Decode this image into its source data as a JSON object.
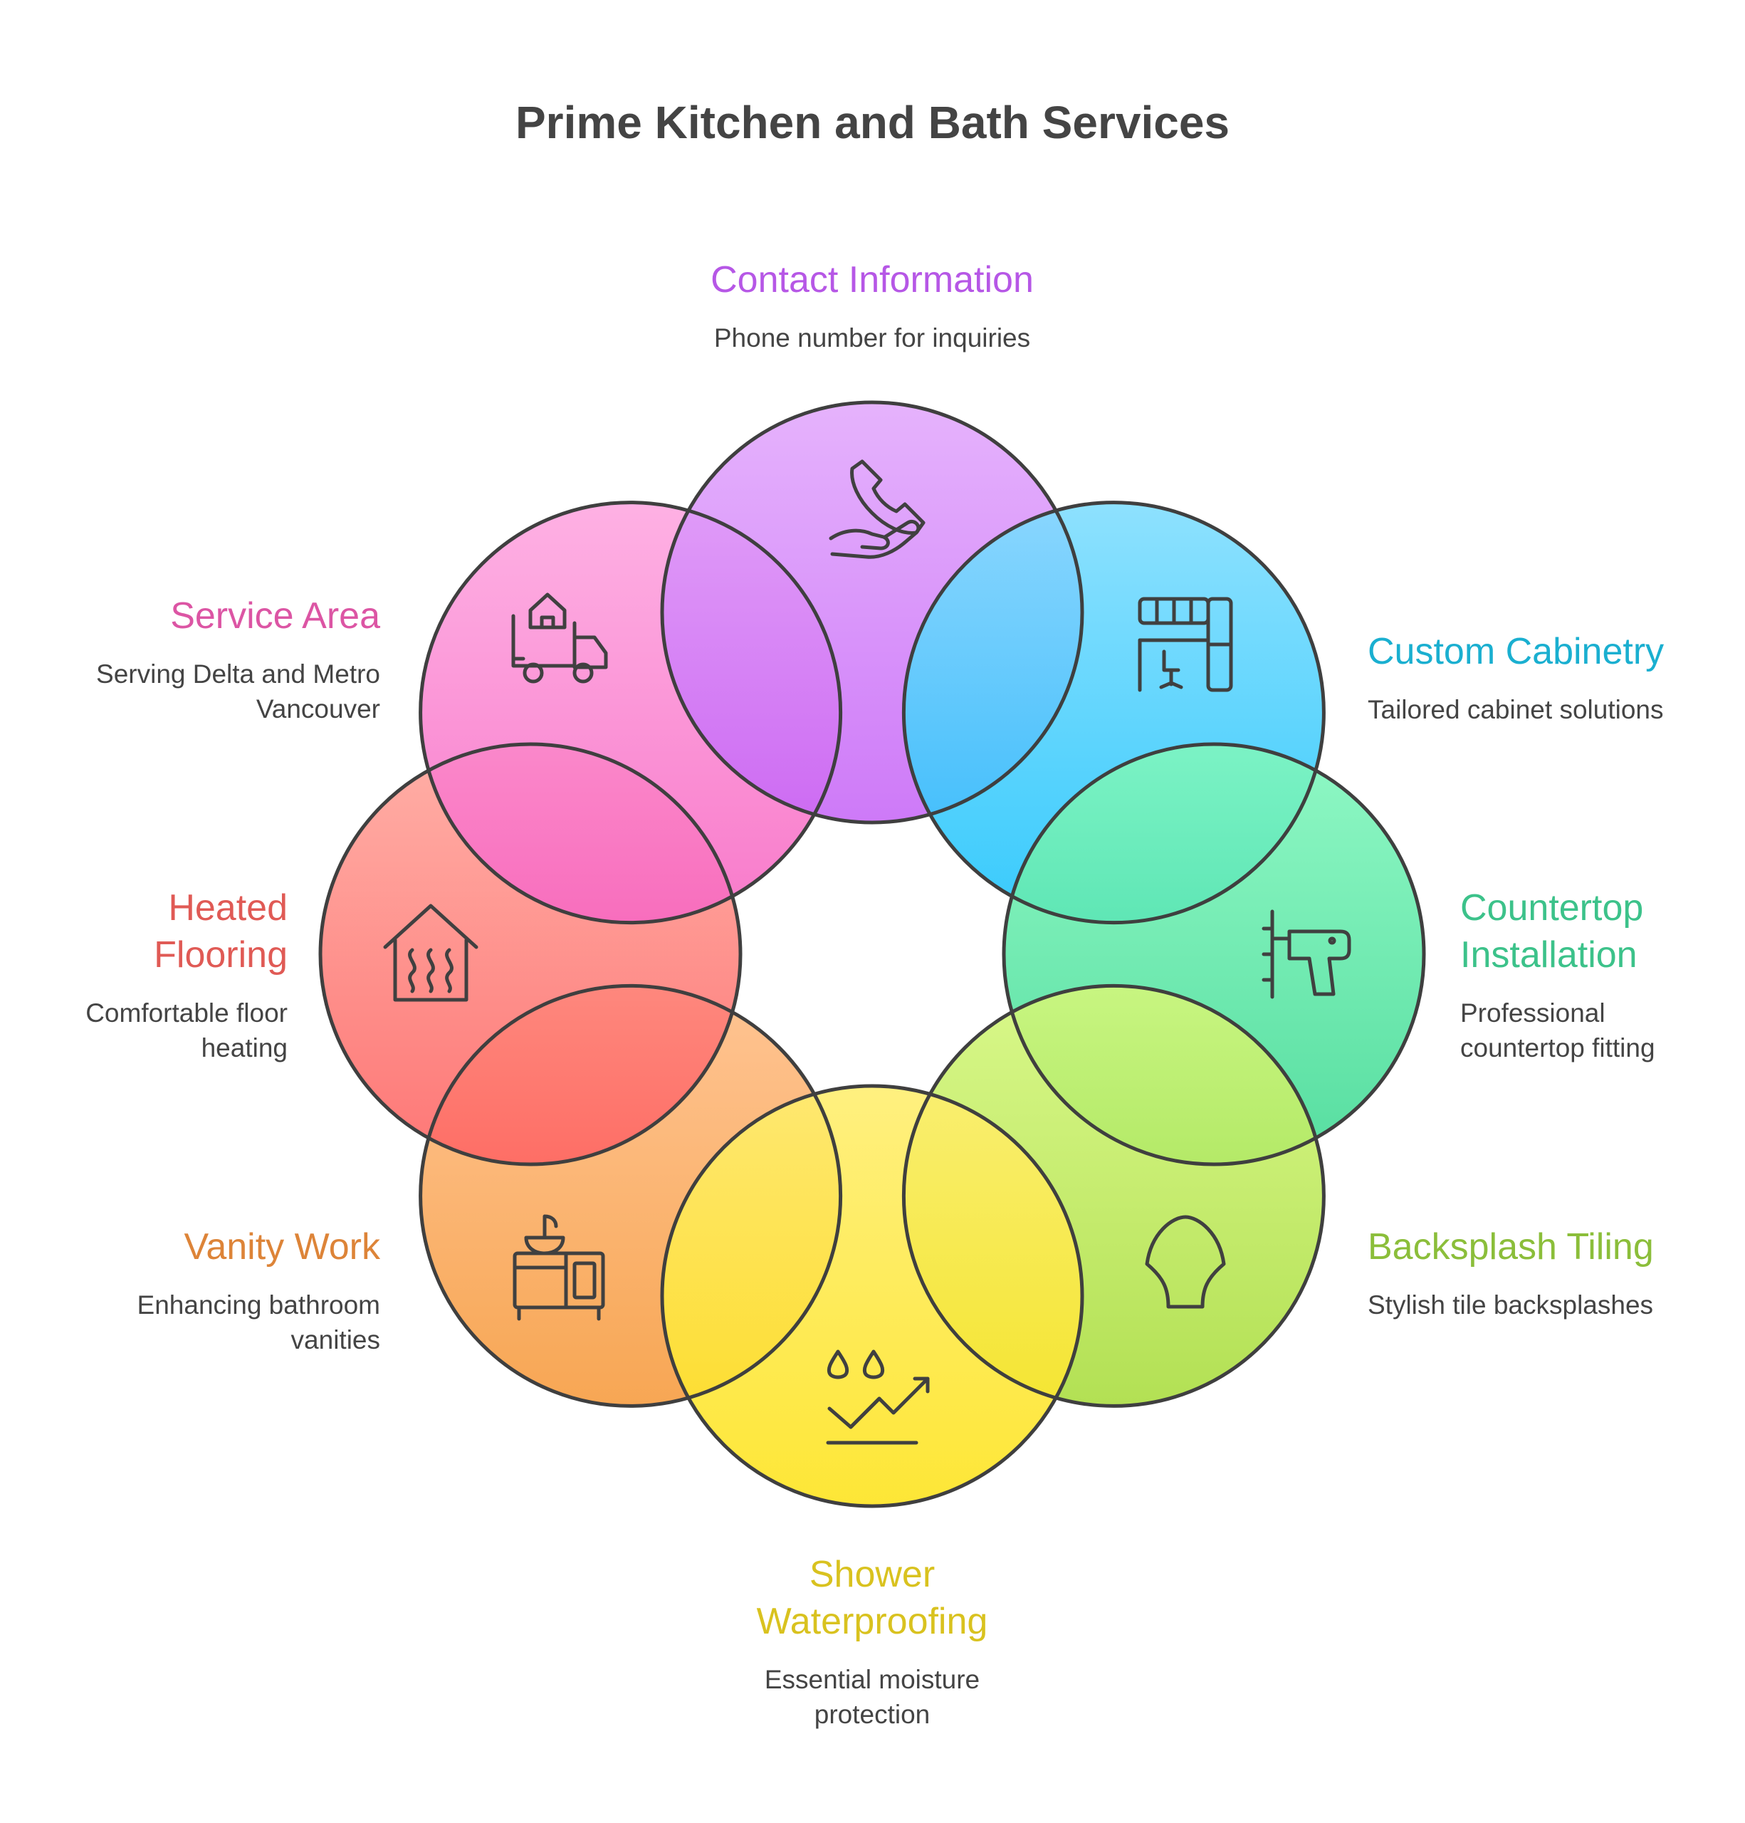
{
  "title": "Prime Kitchen and Bath Services",
  "segments": [
    {
      "id": "contact",
      "title": "Contact Information",
      "description": "Phone number for inquiries",
      "color": "#B657E6",
      "gradient": [
        "#E2A8FC",
        "#C767F7"
      ],
      "icon": "phone-hand-icon"
    },
    {
      "id": "cabinetry",
      "title": "Custom Cabinetry",
      "description": "Tailored cabinet solutions",
      "color": "#1AAFD0",
      "gradient": [
        "#7EDDFE",
        "#1CC3FC"
      ],
      "icon": "kitchen-cabinets-icon"
    },
    {
      "id": "countertop",
      "title": "Countertop\nInstallation",
      "description": "Professional\ncountertop fitting",
      "color": "#3CC28A",
      "gradient": [
        "#80F7BD",
        "#3FD993"
      ],
      "icon": "drill-icon"
    },
    {
      "id": "backsplash",
      "title": "Backsplash Tiling",
      "description": "Stylish tile backsplashes",
      "color": "#8BBE3A",
      "gradient": [
        "#D4F77A",
        "#A8DC3C"
      ],
      "icon": "shell-tile-icon"
    },
    {
      "id": "shower",
      "title": "Shower\nWaterproofing",
      "description": "Essential moisture\nprotection",
      "color": "#D9C21F",
      "gradient": [
        "#FFEE6E",
        "#FDE31A"
      ],
      "icon": "water-drops-icon"
    },
    {
      "id": "vanity",
      "title": "Vanity Work",
      "description": "Enhancing bathroom\nvanities",
      "color": "#DD8438",
      "gradient": [
        "#FFBC84",
        "#F69A3C"
      ],
      "icon": "vanity-sink-icon"
    },
    {
      "id": "heated",
      "title": "Heated\nFlooring",
      "description": "Comfortable floor\nheating",
      "color": "#E05A55",
      "gradient": [
        "#FFA49A",
        "#FE6463"
      ],
      "icon": "heated-house-icon"
    },
    {
      "id": "service",
      "title": "Service Area",
      "description": "Serving Delta and Metro\nVancouver",
      "color": "#DC55A4",
      "gradient": [
        "#FEA6E0",
        "#F768C3"
      ],
      "icon": "delivery-truck-house-icon"
    }
  ]
}
